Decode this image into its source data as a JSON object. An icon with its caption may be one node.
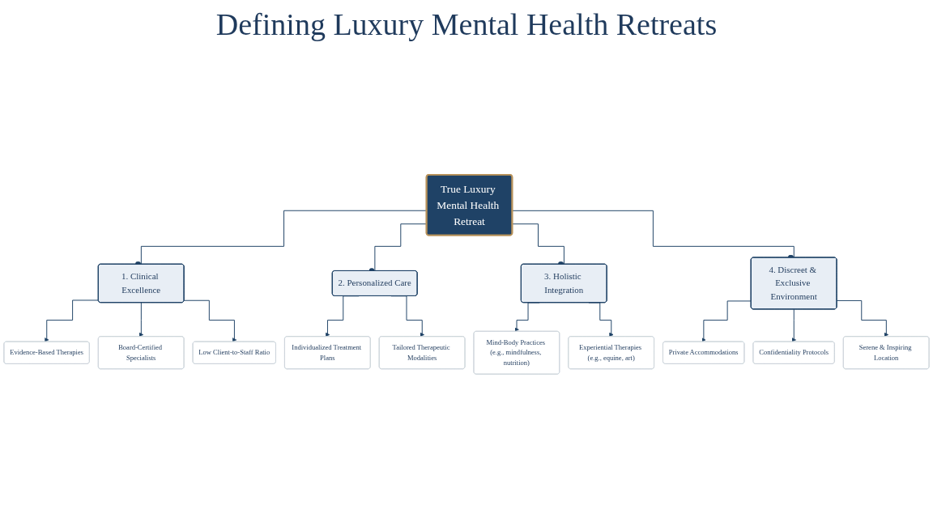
{
  "diagram": {
    "title": "Defining Luxury Mental Health Retreats",
    "nodes": [
      {
        "text": [
          "True Luxury Mental Health Retreat"
        ]
      },
      {
        "text": [
          "1. Clinical Excellence"
        ]
      },
      {
        "text": [
          "2. Personalized Care"
        ]
      },
      {
        "text": [
          "3. Holistic Integration"
        ]
      },
      {
        "text": [
          "4. Discreet & Exclusive Environment"
        ]
      },
      {
        "text": [
          "Evidence-Based Therapies"
        ]
      },
      {
        "text": [
          "Board-Certified Specialists"
        ]
      },
      {
        "text": [
          "Low Client-to-Staff Ratio"
        ]
      },
      {
        "text": [
          "Individualized Treatment Plans"
        ]
      },
      {
        "text": [
          "Tailored Therapeutic Modalities"
        ]
      },
      {
        "text": [
          "Mind-Body Practices (e.g., mindfulness, nutrition)"
        ]
      },
      {
        "text": [
          "Experiential Therapies (e.g., equine, art)"
        ]
      },
      {
        "text": [
          "Private Accommodations"
        ]
      },
      {
        "text": [
          "Confidentiality Protocols"
        ]
      },
      {
        "text": [
          "Serene & Inspiring Location"
        ]
      }
    ],
    "edges": [
      {
        "from": 0,
        "to": 1,
        "arrow": "other"
      },
      {
        "from": 0,
        "to": 2,
        "arrow": "other"
      },
      {
        "from": 0,
        "to": 3,
        "arrow": "other"
      },
      {
        "from": 0,
        "to": 4,
        "arrow": "other"
      },
      {
        "from": 1,
        "to": 5,
        "arrow": "to"
      },
      {
        "from": 1,
        "to": 6,
        "arrow": "to"
      },
      {
        "from": 1,
        "to": 7,
        "arrow": "to"
      },
      {
        "from": 2,
        "to": 8,
        "arrow": "to"
      },
      {
        "from": 2,
        "to": 9,
        "arrow": "to"
      },
      {
        "from": 3,
        "to": 10,
        "arrow": "to"
      },
      {
        "from": 3,
        "to": 11,
        "arrow": "to"
      },
      {
        "from": 4,
        "to": 12,
        "arrow": "to"
      },
      {
        "from": 4,
        "to": 13,
        "arrow": "to"
      },
      {
        "from": 4,
        "to": 14,
        "arrow": "to"
      }
    ]
  }
}
